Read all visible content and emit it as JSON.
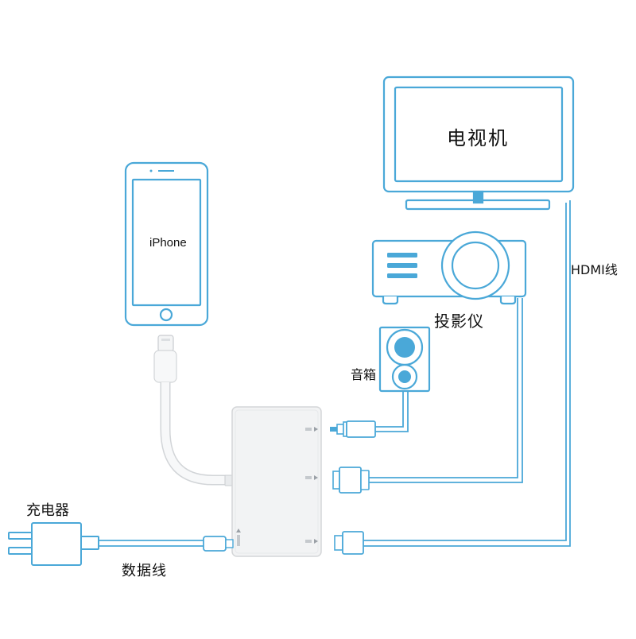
{
  "labels": {
    "tv": "电视机",
    "iphone": "iPhone",
    "hdmi_cable": "HDMI线",
    "projector": "投影仪",
    "speaker": "音箱",
    "charger": "充电器",
    "data_cable": "数据线"
  },
  "colors": {
    "outline": "#4aa8d8",
    "fill_light": "#eaf6fc",
    "hub_body": "#f2f3f4",
    "hub_border": "#d4d6d8",
    "cable_white": "#f5f6f7",
    "cable_border": "#cfd2d5",
    "text": "#111111"
  },
  "icons": [
    "tv-icon",
    "iphone-icon",
    "projector-icon",
    "speaker-icon",
    "charger-icon",
    "hub-adapter",
    "lightning-connector",
    "audio-jack",
    "vga-connector",
    "hdmi-connector",
    "usb-connector"
  ]
}
